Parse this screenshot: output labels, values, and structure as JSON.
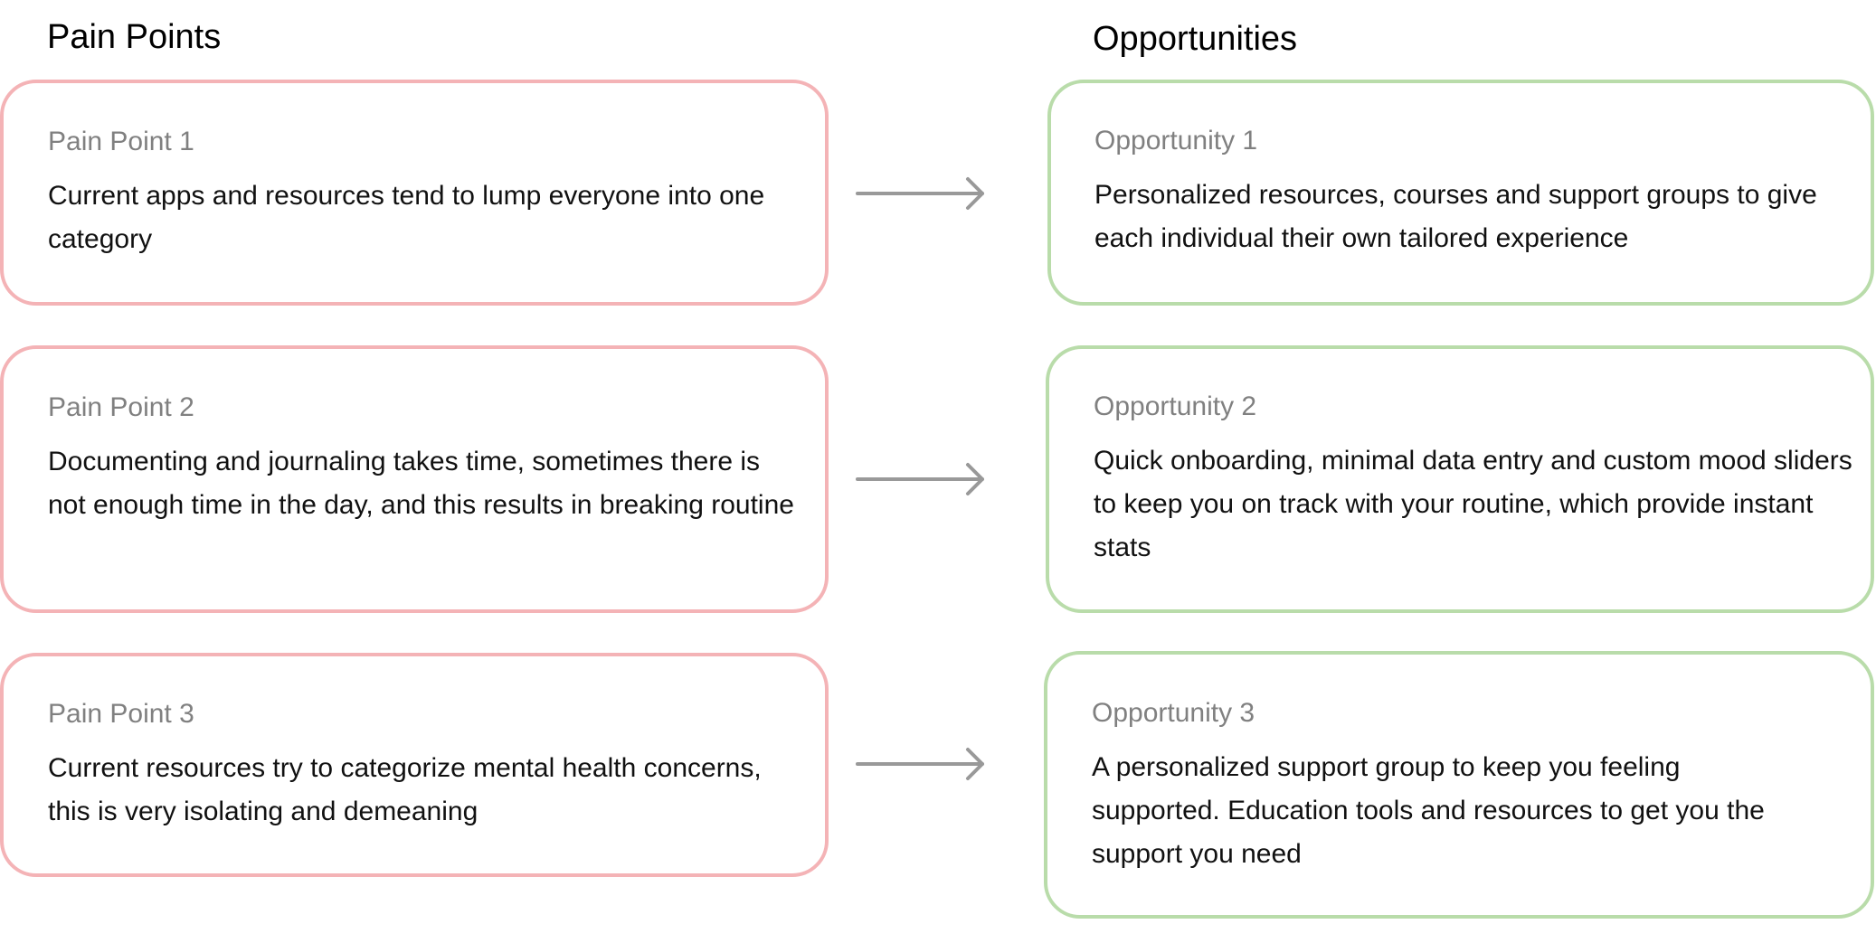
{
  "headings": {
    "pain_points": "Pain Points",
    "opportunities": "Opportunities"
  },
  "colors": {
    "pain_border": "#f4b3b6",
    "opportunity_border": "#b9dcaa",
    "arrow": "#999999",
    "label": "#808080",
    "text": "#111111"
  },
  "rows": [
    {
      "pain": {
        "label": "Pain Point 1",
        "text": "Current apps and resources tend to lump everyone into one category"
      },
      "opportunity": {
        "label": "Opportunity 1",
        "text": "Personalized resources, courses and support groups to give each individual their own tailored experience"
      }
    },
    {
      "pain": {
        "label": "Pain Point 2",
        "text": "Documenting and journaling takes time, sometimes there is not enough time in the day, and this results in breaking routine"
      },
      "opportunity": {
        "label": "Opportunity 2",
        "text": "Quick onboarding, minimal data entry and custom mood sliders to keep you on track with your routine, which provide instant stats"
      }
    },
    {
      "pain": {
        "label": "Pain Point 3",
        "text": "Current resources try to categorize mental health concerns, this is very isolating and demeaning"
      },
      "opportunity": {
        "label": "Opportunity 3",
        "text": "A personalized support group to keep you feeling supported. Education tools and resources to get you the support you need"
      }
    }
  ]
}
